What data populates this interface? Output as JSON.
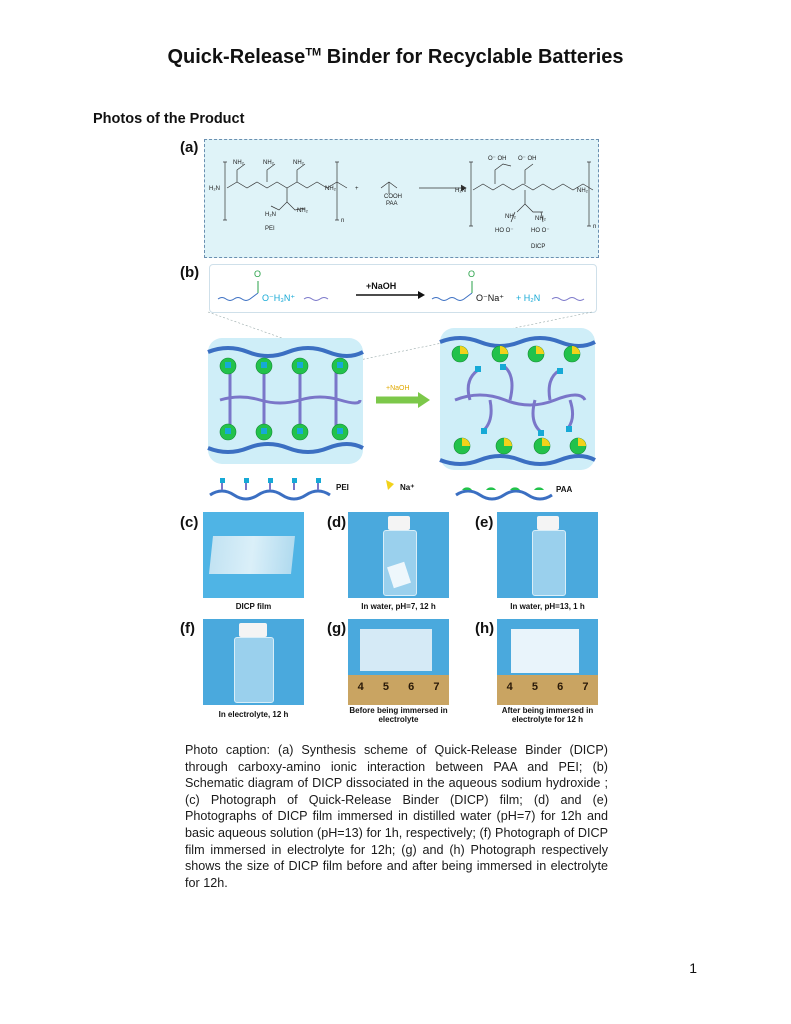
{
  "title": {
    "main": "Quick-Release",
    "tm": "TM",
    "rest": " Binder for Recyclable Batteries"
  },
  "section_heading": "Photos of the Product",
  "figure": {
    "labels": {
      "a": "(a)",
      "b": "(b)",
      "c": "(c)",
      "d": "(d)",
      "e": "(e)",
      "f": "(f)",
      "g": "(g)",
      "h": "(h)"
    },
    "scheme_a": {
      "pei": "PEI",
      "paa": "PAA",
      "dicp": "DICP",
      "cooh": "COOH",
      "plus": "+"
    },
    "scheme_b": {
      "reagent": "+NaOH",
      "left_group": "O⁻H₃N⁺",
      "right_group": "O⁻Na⁺",
      "amine": "+ H₂N",
      "o": "O",
      "reagent_small": "+NaOH"
    },
    "legend": {
      "pei": "PEI",
      "na": "Na⁺",
      "paa": "PAA"
    },
    "photo_captions": {
      "c": "DICP film",
      "d": "In  water, pH=7, 12 h",
      "e": "In  water, pH=13, 1 h",
      "f": "In  electrolyte, 12 h",
      "g": "Before being immersed in electrolyte",
      "h": "After being immersed in electrolyte for 12 h"
    },
    "ruler_numbers": [
      "4",
      "5",
      "6",
      "7"
    ]
  },
  "caption": "Photo caption: (a) Synthesis scheme of Quick-Release Binder (DICP) through carboxy-amino ionic interaction between PAA and PEI; (b) Schematic diagram of DICP dissociated in the aqueous sodium hydroxide ; (c) Photograph of Quick-Release Binder (DICP) film; (d) and (e) Photographs of DICP film immersed in distilled water (pH=7) for 12h and basic aqueous solution (pH=13) for 1h, respectively; (f) Photograph of DICP film immersed in electrolyte for 12h; (g) and (h) Photograph respectively shows the size of DICP film before and after being immersed in electrolyte for 12h.",
  "page_number": "1",
  "colors": {
    "panel_bg": "#dff3f8",
    "chain_blue": "#3b6fc2",
    "pei_purple": "#7a76c9",
    "ball_green": "#22c24b",
    "na_yellow": "#f2d21a",
    "amine_teal": "#16a9d6",
    "photo_blue": "#4aa9dd",
    "ruler": "#c9a462"
  }
}
